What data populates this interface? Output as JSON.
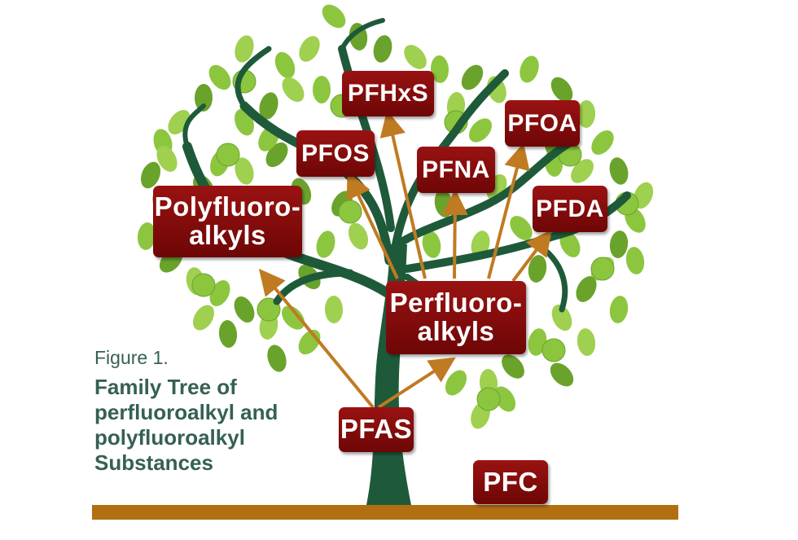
{
  "colors": {
    "leaf": "#8cc63f",
    "leaf_dark": "#6aa32c",
    "trunk": "#1e5a3a",
    "arrow": "#c07a22",
    "node_bg": "#8a0e0e",
    "ground": "#b26f12",
    "caption": "#356055"
  },
  "caption": {
    "figure_label": "Figure 1.",
    "title_lines": [
      "Family Tree of",
      "perfluoroalkyl and",
      "polyfluoroalkyl",
      "Substances"
    ]
  },
  "nodes": {
    "pfhxs": "PFHxS",
    "pfoa": "PFOA",
    "pfos": "PFOS",
    "pfna": "PFNA",
    "pfda": "PFDA",
    "polyfluoro_line1": "Polyfluoro-",
    "polyfluoro_line2": "alkyls",
    "perfluoro_line1": "Perfluoro-",
    "perfluoro_line2": "alkyls",
    "pfas": "PFAS",
    "pfc": "PFC"
  },
  "edges": [
    {
      "from": "PFAS",
      "to": "Polyfluoroalkyls"
    },
    {
      "from": "PFAS",
      "to": "Perfluoroalkyls"
    },
    {
      "from": "Perfluoroalkyls",
      "to": "PFOS"
    },
    {
      "from": "Perfluoroalkyls",
      "to": "PFHxS"
    },
    {
      "from": "Perfluoroalkyls",
      "to": "PFNA"
    },
    {
      "from": "Perfluoroalkyls",
      "to": "PFOA"
    },
    {
      "from": "Perfluoroalkyls",
      "to": "PFDA"
    }
  ]
}
